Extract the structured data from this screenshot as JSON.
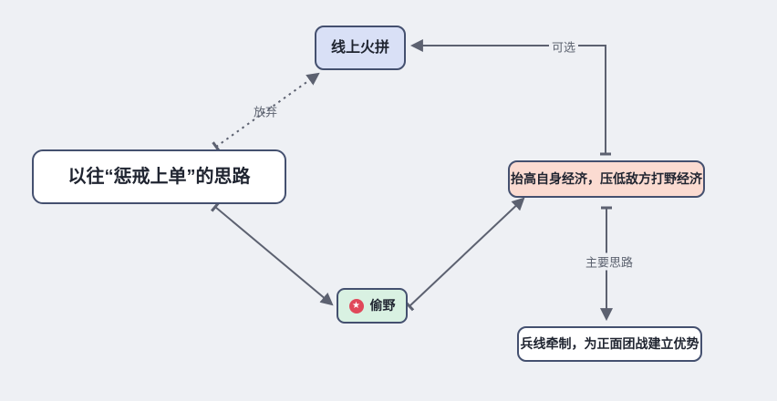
{
  "diagram": {
    "nodes": {
      "online_fight": {
        "label": "线上火拼",
        "fill": "#d9e0f6"
      },
      "old_approach": {
        "label": "以往“惩戒上单”的思路",
        "fill": "#ffffff"
      },
      "economy": {
        "label": "抬高自身经济，压低敌方打野经济",
        "fill": "#fbdbd1"
      },
      "steal_jungle": {
        "label": "偷野",
        "fill": "#d9f1e2",
        "icon": "star-badge",
        "icon_glyph": "★"
      },
      "wave_control": {
        "label": "兵线牵制，为正面团战建立优势",
        "fill": "#ffffff"
      }
    },
    "edges": {
      "abandon": {
        "label": "放弃",
        "from": "old_approach",
        "to": "online_fight",
        "style": "dashed-arrow"
      },
      "optional": {
        "label": "可选",
        "from": "economy",
        "to": "online_fight",
        "style": "elbow-arrow"
      },
      "main_idea": {
        "label": "主要思路",
        "from": "economy",
        "to": "wave_control",
        "style": "straight-arrow"
      },
      "to_steal_jungle": {
        "label": "",
        "from": "old_approach",
        "to": "steal_jungle",
        "style": "straight-arrow"
      },
      "steal_to_economy": {
        "label": "",
        "from": "steal_jungle",
        "to": "economy",
        "style": "straight-arrow"
      }
    },
    "colors": {
      "canvas_background": "#eef0f4",
      "node_border": "#44506f",
      "node_text": "#1f2430",
      "arrow": "#5c6170",
      "edge_label_text": "#5d6370",
      "star_badge": "#e0485a"
    }
  }
}
